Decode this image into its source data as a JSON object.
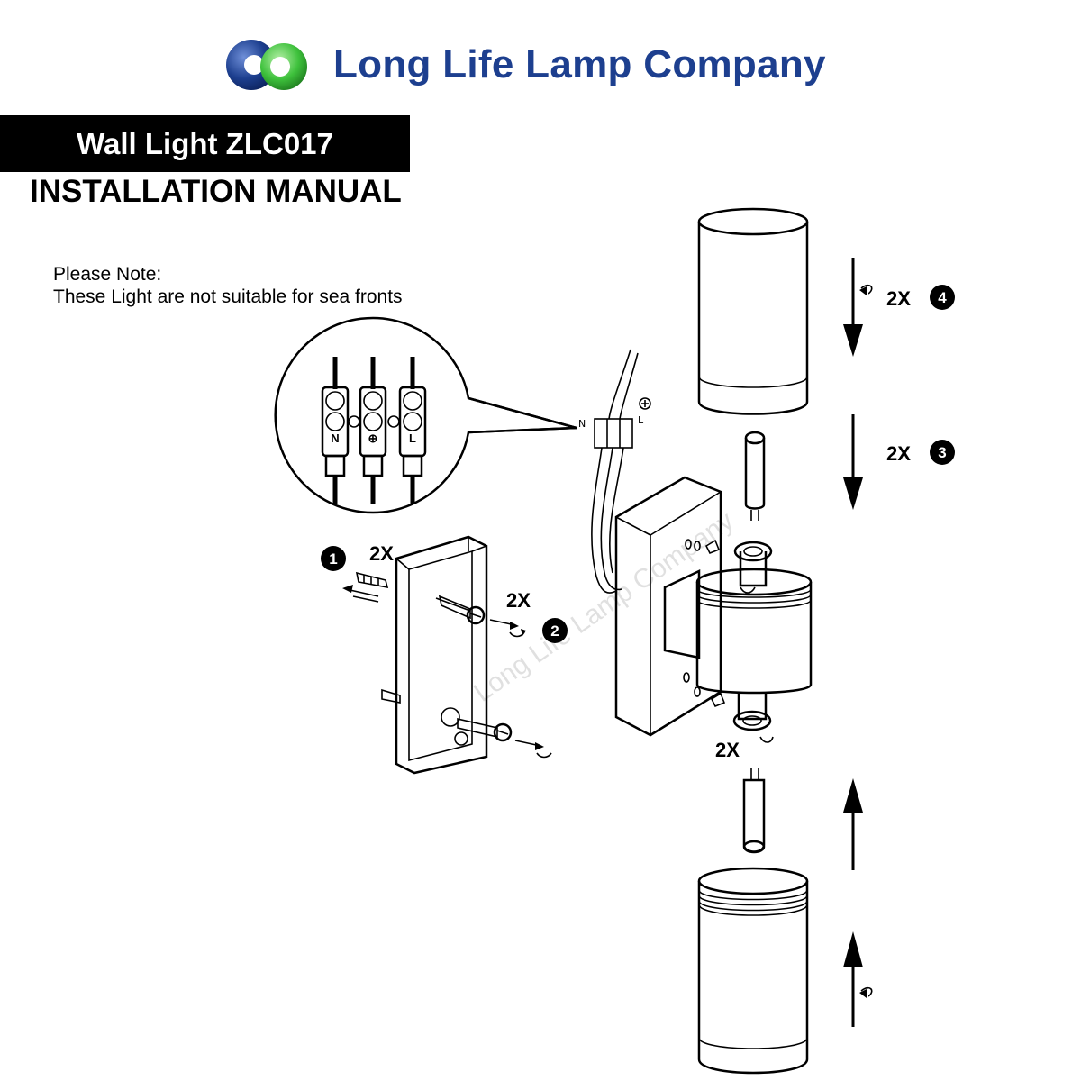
{
  "brand": {
    "name": "Long Life Lamp Company",
    "logo": "two-overlapping-spheres-logo",
    "colors": {
      "blue": "#1d3f8f",
      "green": "#3ec13c"
    }
  },
  "product": {
    "title": "Wall Light ZLC017",
    "subtitle": "INSTALLATION MANUAL"
  },
  "note": {
    "heading": "Please Note:",
    "text": "These Light are not suitable for sea fronts"
  },
  "terminal": {
    "labels": [
      "N",
      "⊕",
      "L"
    ],
    "wire_labels": [
      "N",
      "L"
    ]
  },
  "steps": [
    {
      "number": "1",
      "quantity": "2X"
    },
    {
      "number": "2",
      "quantity": "2X"
    },
    {
      "number": "3",
      "quantity": "2X"
    },
    {
      "number": "4",
      "quantity": "2X"
    }
  ],
  "extra_quantity": "2X",
  "watermark": "Long Life Lamp Company"
}
